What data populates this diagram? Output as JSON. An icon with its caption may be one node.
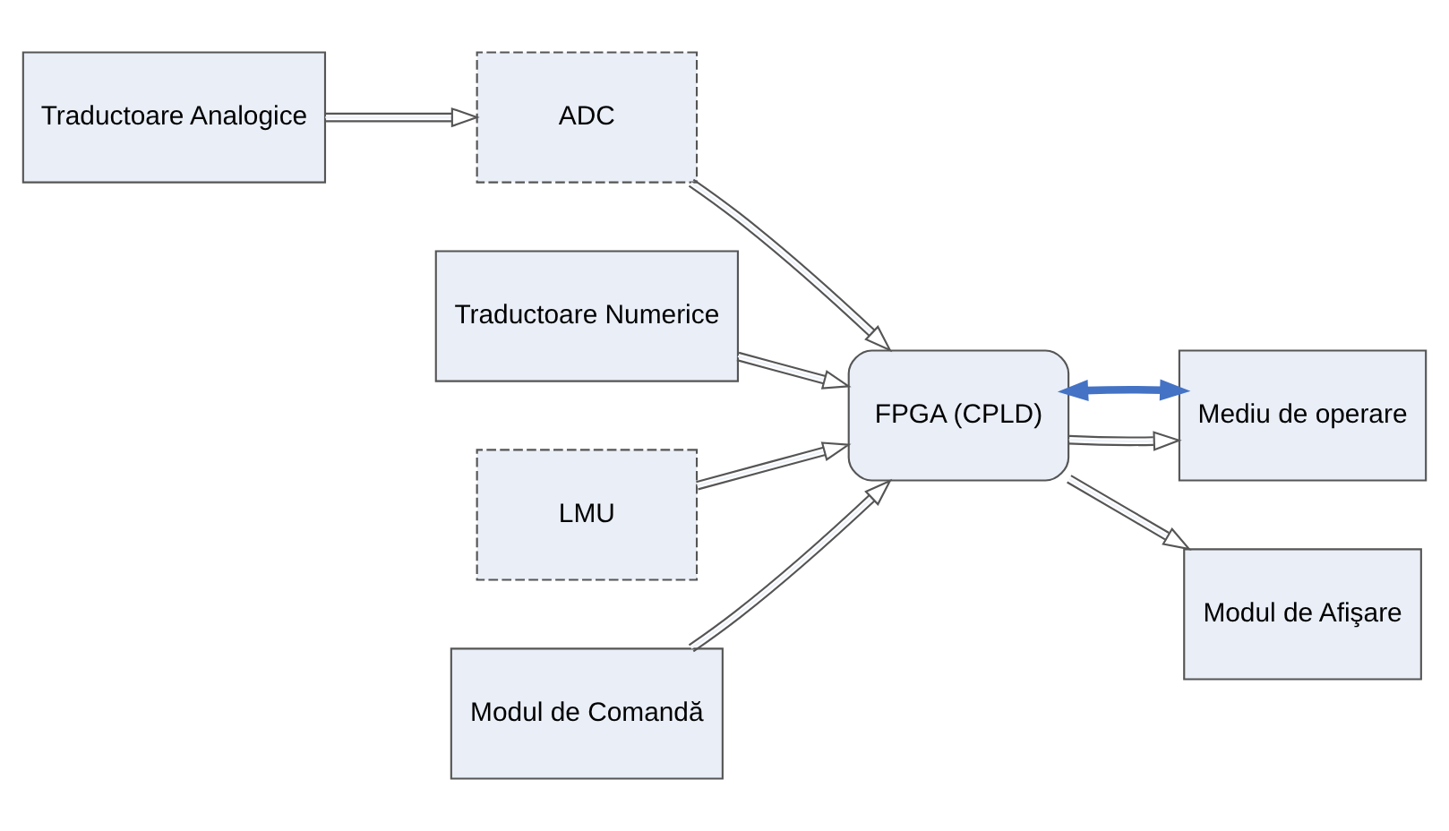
{
  "diagram": {
    "nodes": [
      {
        "text": [
          "Traductoare Analogice"
        ]
      },
      {
        "text": [
          "ADC"
        ]
      },
      {
        "text": [
          "Traductoare Numerice"
        ]
      },
      {
        "text": [
          "FPGA (CPLD)"
        ]
      },
      {
        "text": [
          "Mediu de operare"
        ]
      },
      {
        "text": [
          "LMU"
        ]
      },
      {
        "text": [
          "Modul de Comandă"
        ]
      },
      {
        "text": [
          "Modul de Afişare"
        ]
      }
    ],
    "edges": [
      {
        "from": 0,
        "to": 1,
        "arrow": "to"
      },
      {
        "from": 1,
        "to": 3,
        "arrow": "to"
      },
      {
        "from": 2,
        "to": 3,
        "arrow": "to"
      },
      {
        "from": 5,
        "to": 3,
        "arrow": "to"
      },
      {
        "from": 6,
        "to": 3,
        "arrow": "to"
      },
      {
        "from": 3,
        "to": 4,
        "arrow": "to"
      },
      {
        "from": 3,
        "to": 7,
        "arrow": "to"
      },
      {
        "from": 3,
        "to": 4,
        "arrow": "both",
        "style": "thick",
        "color": "#4472c4"
      }
    ]
  }
}
